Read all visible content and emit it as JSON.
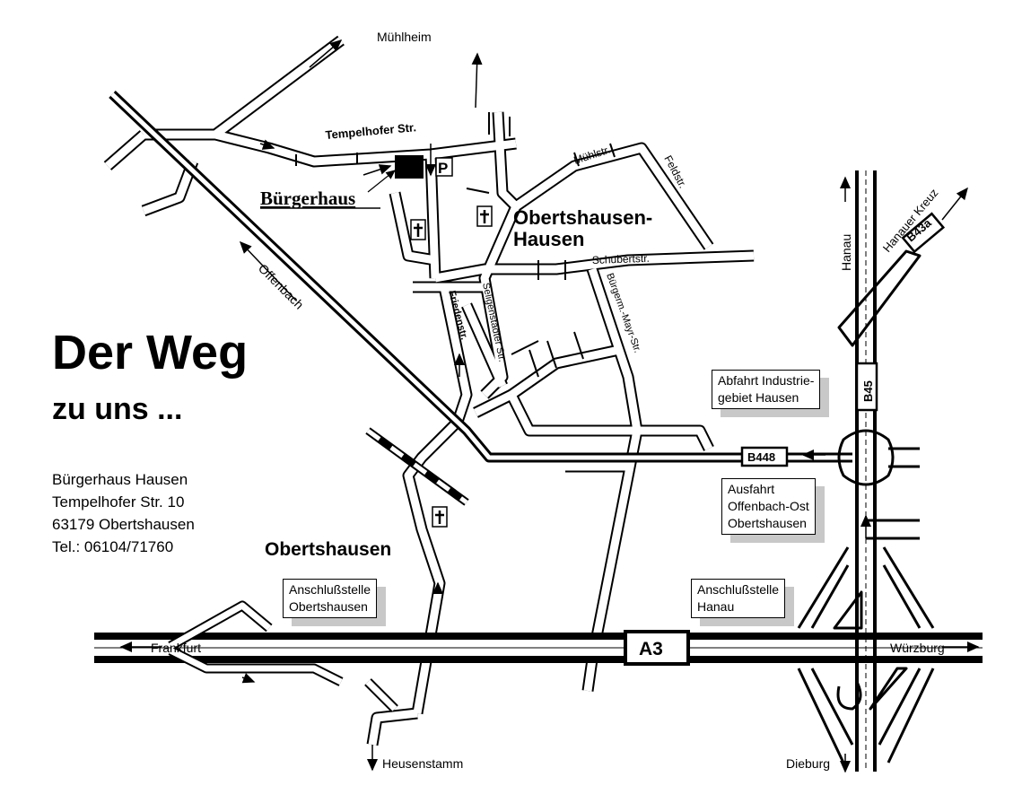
{
  "heading": "Der Weg",
  "subheading": "zu uns ...",
  "address": {
    "name": "Bürgerhaus Hausen",
    "street": "Tempelhofer Str. 10",
    "city": "63179 Obertshausen",
    "phone": "Tel.: 06104/71760"
  },
  "places": {
    "buergerhaus": "Bürgerhaus",
    "obertshausen_hausen_1": "Obertshausen-",
    "obertshausen_hausen_2": "Hausen",
    "obertshausen": "Obertshausen",
    "parking": "P"
  },
  "destinations": {
    "muehlheim": "Mühlheim",
    "offenbach": "Offenbach",
    "frankfurt": "Frankfurt",
    "wuerzburg": "Würzburg",
    "heusenstamm": "Heusenstamm",
    "dieburg": "Dieburg",
    "hanau": "Hanau",
    "hanauer_kreuz": "Hanauer Kreuz"
  },
  "streets": {
    "tempelhofer": "Tempelhofer Str.",
    "muehlstr": "Mühlstr.",
    "feldstr": "Feldstr.",
    "schubertstr": "Schubertstr.",
    "friedenstr": "Friedenstr.",
    "seligenstaedter": "Seligenstädter Str.",
    "buergermeister": "Bürgerm.-Mayr-Str."
  },
  "road_shields": {
    "a3": "A3",
    "b448": "B448",
    "b45": "B45",
    "b43a": "B43a"
  },
  "info_boxes": {
    "abfahrt_industrie_1": "Abfahrt Industrie-",
    "abfahrt_industrie_2": "gebiet Hausen",
    "ausfahrt_1": "Ausfahrt",
    "ausfahrt_2": "Offenbach-Ost",
    "ausfahrt_3": "Obertshausen",
    "anschluss_obertshausen_1": "Anschlußstelle",
    "anschluss_obertshausen_2": "Obertshausen",
    "anschluss_hanau_1": "Anschlußstelle",
    "anschluss_hanau_2": "Hanau"
  }
}
